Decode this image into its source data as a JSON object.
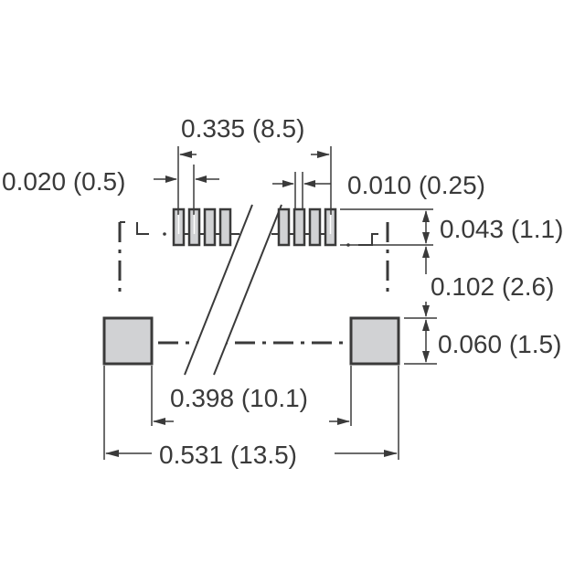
{
  "diagram": {
    "type": "land-pattern-footprint",
    "units_note": "inches (millimeters)",
    "colors": {
      "line": "#3a3a3a",
      "pad_fill": "#d1d2d4",
      "background": "#ffffff"
    },
    "dimensions": {
      "pin_span": {
        "label": "0.335 (8.5)",
        "inches": 0.335,
        "mm": 8.5
      },
      "pitch": {
        "label": "0.020 (0.5)",
        "inches": 0.02,
        "mm": 0.5
      },
      "pin_width": {
        "label": "0.010 (0.25)",
        "inches": 0.01,
        "mm": 0.25
      },
      "pin_length": {
        "label": "0.043 (1.1)",
        "inches": 0.043,
        "mm": 1.1
      },
      "pin_to_pad_gap": {
        "label": "0.102 (2.6)",
        "inches": 0.102,
        "mm": 2.6
      },
      "pad_height": {
        "label": "0.060 (1.5)",
        "inches": 0.06,
        "mm": 1.5
      },
      "inner_pad_span": {
        "label": "0.398 (10.1)",
        "inches": 0.398,
        "mm": 10.1
      },
      "overall_width": {
        "label": "0.531 (13.5)",
        "inches": 0.531,
        "mm": 13.5
      }
    },
    "elements": {
      "signal_pins_left_group": 4,
      "signal_pins_right_group": 4,
      "mounting_pads": 2,
      "break_lines": true
    }
  }
}
